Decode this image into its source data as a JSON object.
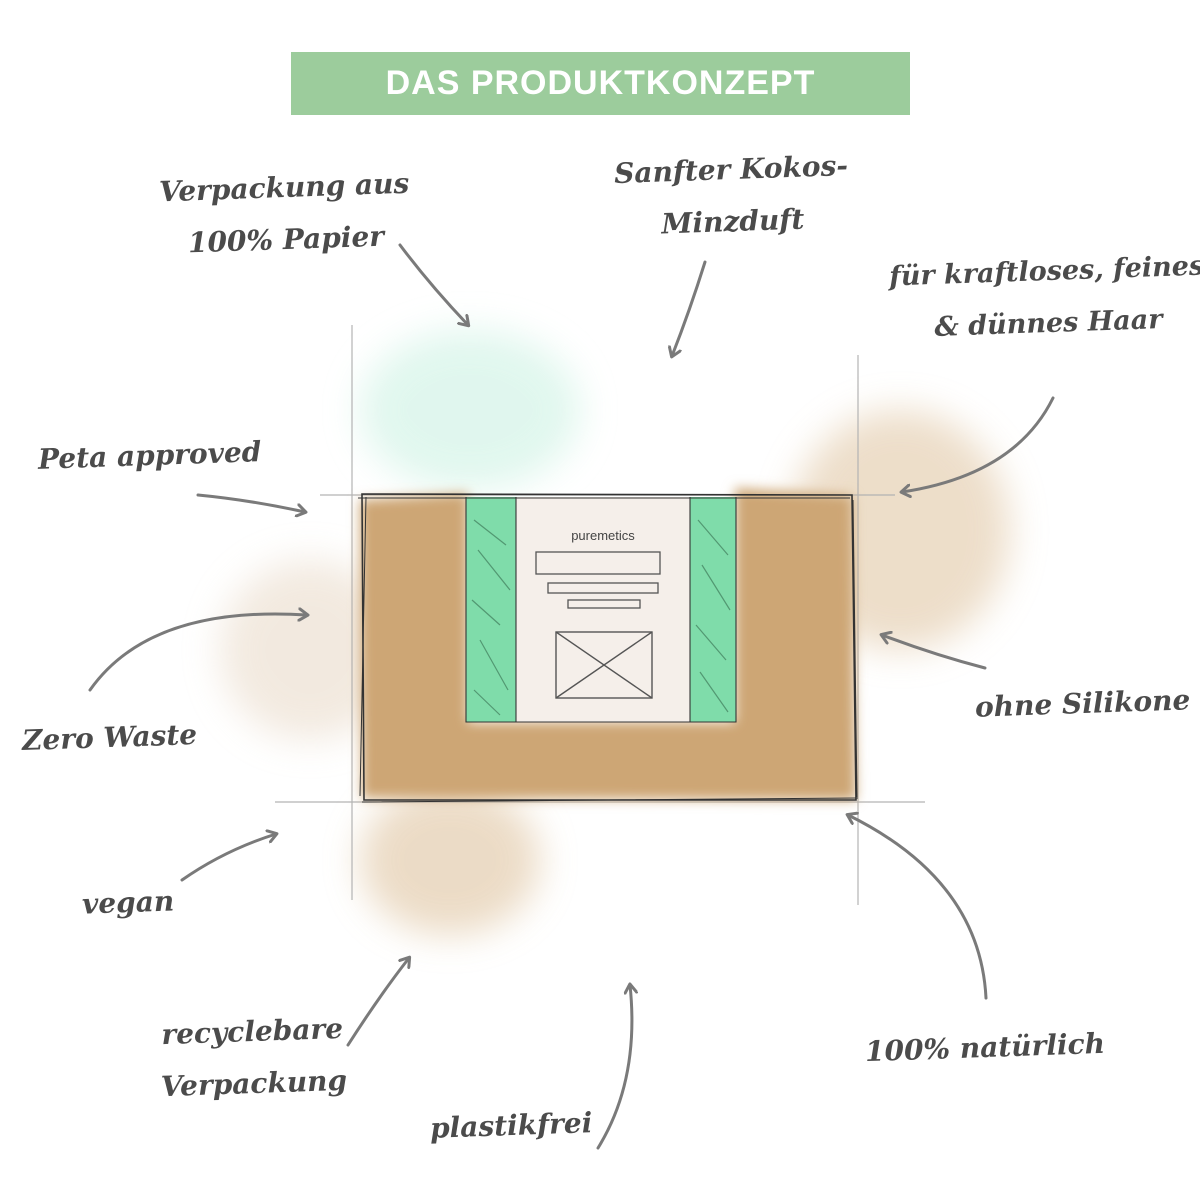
{
  "title": "DAS PRODUKTKONZEPT",
  "brand": "puremetics",
  "colors": {
    "banner": "#9ccc9c",
    "banner_text": "#ffffff",
    "kraft": "#cda674",
    "kraft_wash": "#e7d3b8",
    "mint": "#7fdcaa",
    "mint_wash": "#d9f5ea",
    "label_panel": "#f5efea",
    "ink": "#4b4b4b"
  },
  "labels": {
    "paper": [
      "Verpackung aus",
      "100% Papier"
    ],
    "scent": [
      "Sanfter Kokos-",
      "Minzduft"
    ],
    "hair": [
      "für kraftloses, feines",
      "& dünnes Haar"
    ],
    "peta": [
      "Peta approved"
    ],
    "zero_waste": [
      "Zero Waste"
    ],
    "silicone": [
      "ohne Silikone"
    ],
    "vegan": [
      "vegan"
    ],
    "recyclable": [
      "recyclebare",
      "Verpackung"
    ],
    "plastic_free": [
      "plastikfrei"
    ],
    "natural": [
      "100% natürlich"
    ]
  }
}
